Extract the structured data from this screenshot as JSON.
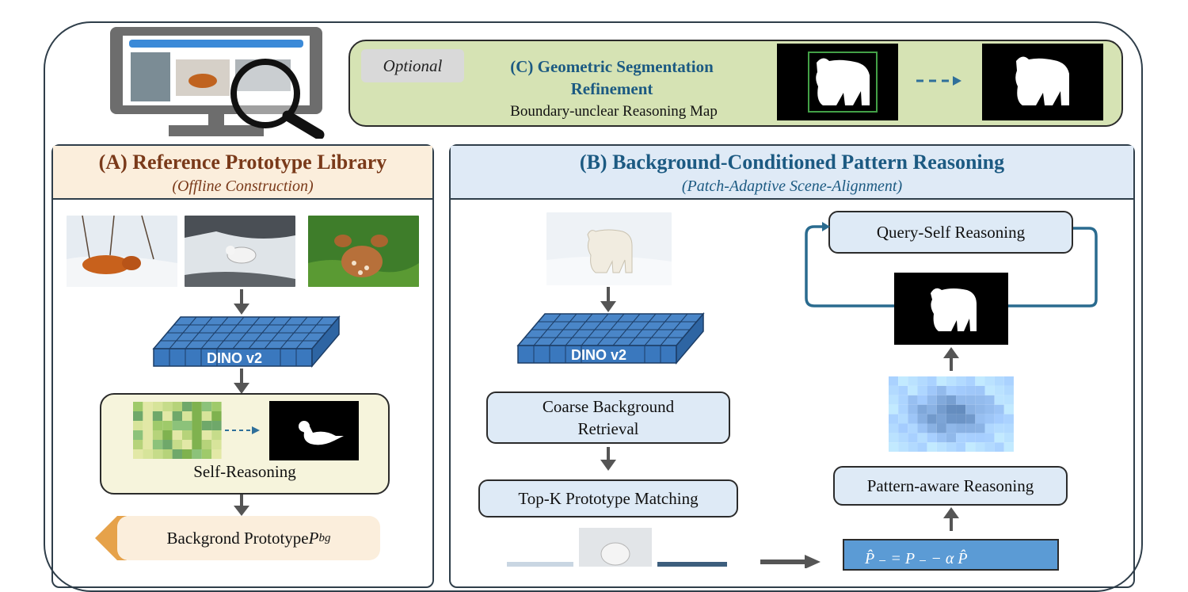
{
  "panel_c": {
    "optional": "Optional",
    "title_line1": "(C) Geometric Segmentation",
    "title_line2": "Refinement",
    "subtitle": "Boundary-unclear Reasoning Map"
  },
  "panel_a": {
    "title": "(A) Reference Prototype Library",
    "subtitle": "(Offline Construction)",
    "encoder_label": "DINO v2",
    "self_reasoning": "Self-Reasoning",
    "bg_prototype_text": "Backgrond Prototype ",
    "bg_prototype_symbol": "P",
    "bg_prototype_sub": "bg"
  },
  "panel_b": {
    "title": "(B) Background-Conditioned Pattern Reasoning",
    "subtitle": "(Patch-Adaptive Scene-Alignment)",
    "encoder_label": "DINO v2",
    "coarse_line1": "Coarse Background",
    "coarse_line2": "Retrieval",
    "topk": "Top-K Prototype Matching",
    "query_self": "Query-Self Reasoning",
    "pattern_aware": "Pattern-aware Reasoning",
    "formula": "P̂  ₋  = P  ₋  − α P̂"
  },
  "colors": {
    "panel_a_header": "#fbeedc",
    "panel_b_header": "#dfeaf6",
    "panel_c_fill": "#d6e3b4",
    "accent_blue": "#1c5a82",
    "accent_brown": "#7a3a1a",
    "box_fill": "#deeaf6",
    "feature_grid": "#4a86c8"
  }
}
